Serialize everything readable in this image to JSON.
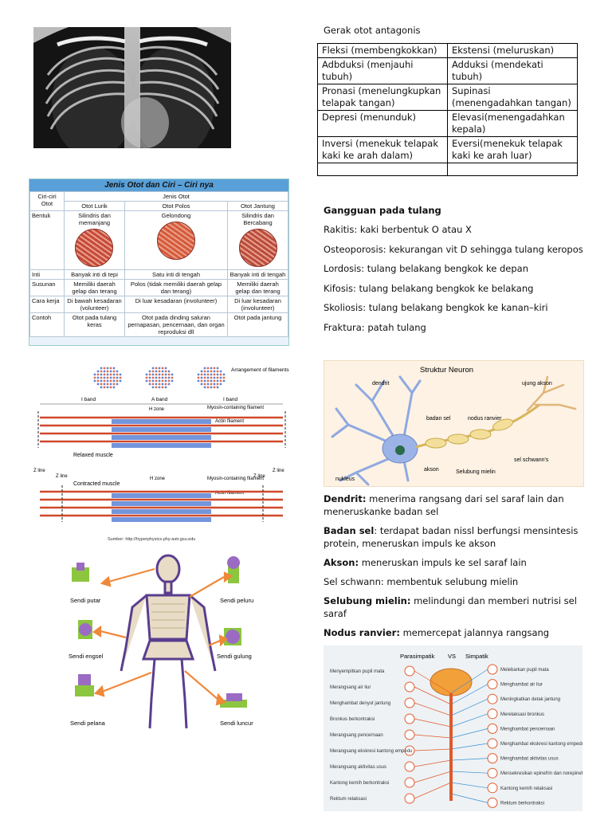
{
  "antagonis": {
    "title": "Gerak otot antagonis",
    "rows": [
      [
        "Fleksi (membengkokkan)",
        "Ekstensi (meluruskan)"
      ],
      [
        "Adbduksi (menjauhi tubuh)",
        "Adduksi (mendekati tubuh)"
      ],
      [
        "Pronasi (menelungkupkan telapak tangan)",
        "Supinasi (menengadahkan tangan)"
      ],
      [
        "Depresi (menunduk)",
        "Elevasi(menengadahkan kepala)"
      ],
      [
        "Inversi (menekuk telapak kaki ke arah dalam)",
        "Eversi(menekuk telapak kaki ke arah luar)"
      ],
      [
        "",
        ""
      ]
    ]
  },
  "gangguan": {
    "title": "Gangguan pada tulang",
    "items": [
      "Rakitis: kaki berbentuk O atau X",
      "Osteoporosis: kekurangan vit D sehingga tulang keropos",
      "Lordosis: tulang belakang bengkok ke depan",
      "Kifosis: tulang belakang bengkok ke belakang",
      "Skoliosis: tulang belakang bengkok ke kanan–kiri",
      "Fraktura: patah tulang"
    ]
  },
  "neuron_text": [
    {
      "term": "Dendrit:",
      "desc": " menerima rangsang dari sel saraf lain dan meneruskanke badan sel"
    },
    {
      "term": "Badan sel",
      "desc": ": terdapat badan nissl berfungsi mensintesis protein, meneruskan impuls ke akson"
    },
    {
      "term": "Akson:",
      "desc": " meneruskan impuls ke sel saraf lain"
    },
    {
      "term": "",
      "desc": "Sel schwann: membentuk selubung mielin"
    },
    {
      "term": "Selubung mielin:",
      "desc": " melindungi dan memberi nutrisi sel saraf"
    },
    {
      "term": "Nodus ranvier:",
      "desc": " memercepat jalannya rangsang"
    }
  ],
  "otot_table": {
    "title": "Jenis Otot dan Ciri – Ciri nya",
    "group_header": "Jenis Otot",
    "corner": "Ciri-ciri Otot",
    "types": [
      "Otot Lurik",
      "Otot Polos",
      "Otot Jantung"
    ],
    "rows": [
      {
        "label": "Bentuk",
        "cells": [
          "Silindris dan memanjang",
          "Gelondong",
          "Silindris dan Bercabang"
        ]
      },
      {
        "label": "Inti",
        "cells": [
          "Banyak inti di tepi",
          "Satu inti di tengah",
          "Banyak inti di tengah"
        ]
      },
      {
        "label": "Susunan",
        "cells": [
          "Memiliki daerah gelap dan terang",
          "Polos (tidak memiliki daerah gelap dan terang)",
          "Memiliki daerah gelap dan terang"
        ]
      },
      {
        "label": "Cara kerja",
        "cells": [
          "Di bawah kesadaran (volunteer)",
          "Di luar kesadaran (involunteer)",
          "Di luar kesadaran (involunteer)"
        ]
      },
      {
        "label": "Contoh",
        "cells": [
          "Otot pada tulang keras",
          "Otot pada dinding saluran pernapasan, pencernaan, dan organ reproduksi dll",
          "Otot pada jantung"
        ]
      }
    ]
  },
  "sarcomere": {
    "arrangement": "Arrangement of filaments",
    "iband1": "I band",
    "aband": "A band",
    "iband2": "I band",
    "hzone": "H zone",
    "myosin": "Myosin-containing filament",
    "actin": "Actin filament",
    "relaxed": "Relaxed muscle",
    "contracted": "Contracted muscle",
    "zline": "Z line",
    "source": "Sumber: http://hyperphysics.phy-astr.gsu.edu"
  },
  "neuron_diagram": {
    "title": "Struktur Neuron",
    "labels": {
      "dendrit": "dendrit",
      "ujung": "ujung akson",
      "badan": "badan sel",
      "nodus": "nodus ranvier",
      "schwann": "sel schwann's",
      "akson": "akson",
      "selubung": "Selubung mielin",
      "nukleus": "nukleus"
    }
  },
  "sendi": {
    "labels": [
      "Sendi putar",
      "Sendi engsel",
      "Sendi pelana",
      "Sendi peluru",
      "Sendi gulung",
      "Sendi luncur"
    ]
  },
  "saraf": {
    "left_title": "Parasimpatik",
    "vs": "VS",
    "right_title": "Simpatik",
    "left": [
      "Menyempitkan pupil mata",
      "Merangsang air liur",
      "Menghambat denyut jantung",
      "Bronkus berkontraksi",
      "Merangsang pencernaan",
      "Merangsang ekskresi kantong empedu",
      "Merangsang aktivitas usus",
      "Kantong kemih berkontraksi",
      "Rektum relaksasi"
    ],
    "right": [
      "Melebarkan pupil mata",
      "Menghambat air liur",
      "Meningkatkan detak jantung",
      "Merelaksasi bronkus",
      "Menghambat pencernaan",
      "Menghambat ekskresi kantong empedu",
      "Menghambat aktivitas usus",
      "Mensekresikan epinefrin dan norepinefrin",
      "Kantong kemih relaksasi",
      "Rektum berkontraksi"
    ]
  },
  "colors": {
    "table_header": "#5aa0d8",
    "skeleton": "#5a3e8e",
    "arrow": "#f0883a",
    "joint_green": "#8cc63f",
    "joint_purple": "#9b6bc4",
    "actin": "#d0492a",
    "myosin": "#3a6fc9"
  }
}
